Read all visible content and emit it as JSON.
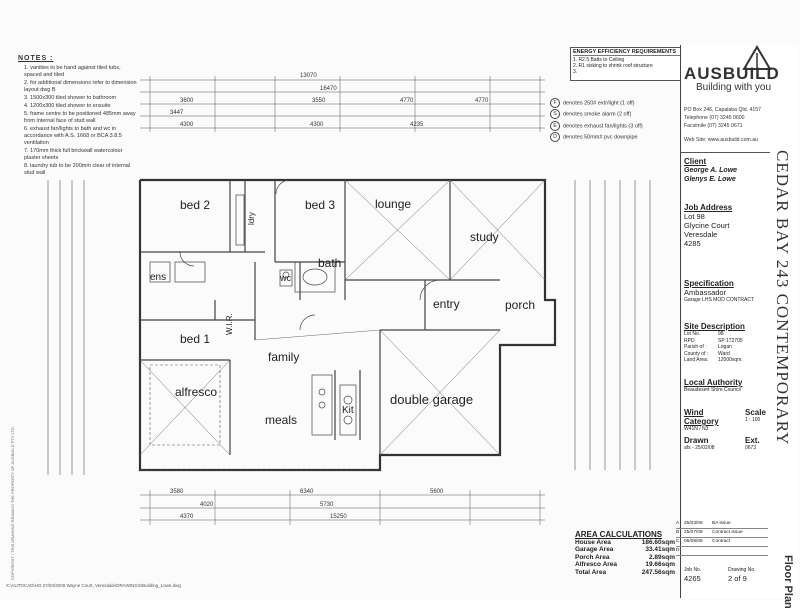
{
  "notes": {
    "heading": "NOTES :",
    "items": [
      "1. vanities to be hand against tiled tubs, spaced and tiled",
      "2. for additional dimensions refer to dimension layout dwg B",
      "3. 1500x300 tiled shower to bathroom",
      "4. 1200x300 tiled shower to ensuite",
      "5. frame centre to be positioned 485mm away from internal face of stud wall",
      "6. exhaust fan/lights to bath and wc in accordance with A.S. 1668 or BCA 3.8.5 ventilation",
      "7. 170mm thick full brickwall watercolour plaster sheets",
      "8. laundry tub to be 200mm clear of internal stud wall"
    ]
  },
  "energy": {
    "heading": "ENERGY EFFICIENCY REQUIREMENTS",
    "lines": [
      "1. R2.5 Batts to Ceiling",
      "2. R1 sisking to shrink roof structure",
      "3."
    ]
  },
  "legend": {
    "items": [
      {
        "icon": "F",
        "text": "denotes 250# extr/light (1 off)"
      },
      {
        "icon": "S",
        "text": "denotes smoke alarm (2 off)"
      },
      {
        "icon": "E",
        "text": "denotes exhaust fan/lights (3 off)"
      },
      {
        "icon": "D",
        "text": "denotes 50mm# pvc downpipe"
      }
    ]
  },
  "company": {
    "name": "AUSBUILD",
    "tagline": "Building with you",
    "address": "PO Box 246, Capalaba Qld. 4157",
    "telephone": "Telephone (07) 3245 0600",
    "facsimile": "Facsimile (07) 3245 0671",
    "website": "Web Site: www.ausbuild.com.au"
  },
  "client": {
    "label": "Client",
    "names": [
      "George A. Lowe",
      "Glenys E. Lowe"
    ]
  },
  "job_address": {
    "label": "Job Address",
    "lines": [
      "Lot 98",
      "Glycine Court",
      "Veresdale",
      "4285"
    ]
  },
  "specification": {
    "label": "Specification",
    "lines": [
      "Ambassador",
      "Garage LHS MOD CONTRACT"
    ]
  },
  "site": {
    "label": "Site Description",
    "rows": [
      [
        "Lot No.",
        "98"
      ],
      [
        "RPD",
        "SP 172705"
      ],
      [
        "Parish of :",
        "Logan"
      ],
      [
        "County of :",
        "Ward"
      ],
      [
        "Land Area:",
        "12000sqm."
      ]
    ]
  },
  "authority": {
    "label": "Local Authority",
    "value": "Beaudesert Shire Council"
  },
  "wind": {
    "label": "Wind Category",
    "value": "W41N / N3"
  },
  "scale": {
    "label": "Scale",
    "value": "1 : 100"
  },
  "drawn": {
    "label": "Drawn",
    "value": "afs - 25/02/08"
  },
  "ext": {
    "label": "Ext.",
    "value": "0673"
  },
  "vertical_title": "CEDAR BAY 243   CONTEMPORARY",
  "floor_plan_label": "Floor Plan",
  "job_no": {
    "label": "Job No.",
    "value": "4265"
  },
  "drawing_no": {
    "label": "Drawing No.",
    "value": "2 of 9"
  },
  "revisions": [
    [
      "A",
      "25/03/08",
      "BA issue"
    ],
    [
      "B",
      "25/07/08",
      "Contract issue"
    ],
    [
      "C",
      "05/08/08",
      "Contract"
    ],
    [
      "D",
      "",
      ""
    ]
  ],
  "rooms": {
    "bed2": "bed 2",
    "bed3": "bed 3",
    "lounge": "lounge",
    "study": "study",
    "bath": "bath",
    "wc": "wc",
    "ens": "ens",
    "ldry": "ldry",
    "wir": "W.I.R.",
    "bed1": "bed 1",
    "entry": "entry",
    "porch": "porch",
    "family": "family",
    "alfresco": "alfresco",
    "meals": "meals",
    "kit": "Kit",
    "garage": "double garage"
  },
  "dims_top": [
    "13070",
    "16470",
    "3600",
    "3550",
    "4770",
    "4770",
    "3447",
    "4300",
    "4300",
    "4235"
  ],
  "dims_bottom": [
    "3580",
    "4020",
    "5730",
    "6340",
    "5600",
    "4370",
    "15250"
  ],
  "area": {
    "heading": "AREA CALCULATIONS",
    "rows": [
      [
        "House Area",
        "186.60sqm"
      ],
      [
        "Garage Area",
        "33.41sqm"
      ],
      [
        "Porch Area",
        "2.89sqm"
      ],
      [
        "Alfresco Area",
        "19.66sqm"
      ],
      [
        "Total Area",
        "247.56sqm"
      ]
    ]
  },
  "footer_path": "X:\\AUTOCAD\\HO 27/03/2008 Wayne Court, Veresdale\\DRAWINGS\\Building_Lowe.dwg"
}
